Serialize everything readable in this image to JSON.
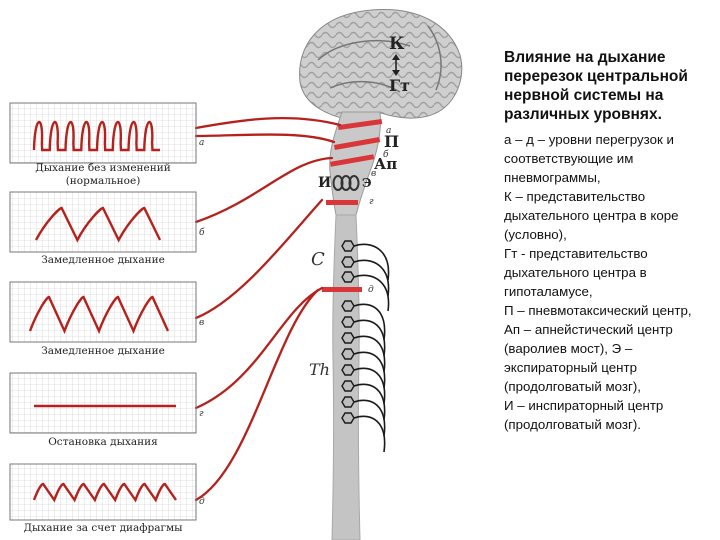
{
  "heading": "Влияние на дыхание перерезок центральной нервной системы на различных уровнях.",
  "legend": [
    "а – д – уровни перегрузок и соответствующие им пневмограммы,",
    "К – представительство дыхательного центра в коре (условно),",
    "Гт - представительство дыхательного центра в гипоталамусе,",
    "П – пневмотаксический центр,",
    "Ап – апнейстический центр (варолиев мост), Э – экспираторный центр (продолговатый мозг),",
    "И – инспираторный центр (продолговатый мозг)."
  ],
  "panels": [
    {
      "caption": "Дыхание без изменений (нормальное)",
      "level": "а"
    },
    {
      "caption": "Замедленное дыхание",
      "level": "б"
    },
    {
      "caption": "Замедленное дыхание",
      "level": "в"
    },
    {
      "caption": "Остановка дыхания",
      "level": "г"
    },
    {
      "caption": "Дыхание за счет диафрагмы",
      "level": "д"
    }
  ],
  "cut_levels": [
    "а",
    "б",
    "в",
    "г",
    "д"
  ],
  "centers": {
    "cortex": "К",
    "hypothalamus": "Гт",
    "pneumotaxic": "П",
    "apneustic": "Ап",
    "expiratory": "Э",
    "inspiratory": "И"
  },
  "regions": {
    "cervical": "C",
    "thoracic": "Th"
  },
  "colors": {
    "trace": "#b5221d",
    "grid": "#c7c7c7",
    "cut": "#d9363a",
    "brain": "#c9c9c9",
    "cord": "#c4c4c4",
    "nerve": "#1a1a1a"
  }
}
